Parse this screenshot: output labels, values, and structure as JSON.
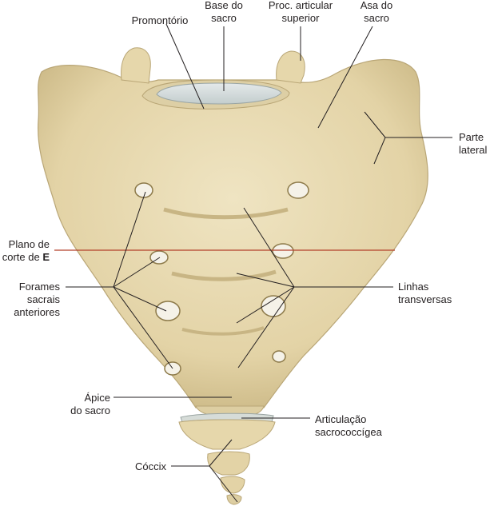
{
  "labels": {
    "promontorio": "Promontório",
    "base_l1": "Base do",
    "base_l2": "sacro",
    "proc_l1": "Proc. articular",
    "proc_l2": "superior",
    "asa_l1": "Asa do",
    "asa_l2": "sacro",
    "parte_l1": "Parte",
    "parte_l2": "lateral",
    "plano_l1": "Plano de",
    "plano_l2": "corte de",
    "plano_letter": "E",
    "foram_l1": "Forames",
    "foram_l2": "sacrais",
    "foram_l3": "anteriores",
    "linhas_l1": "Linhas",
    "linhas_l2": "transversas",
    "apice_l1": "Ápice",
    "apice_l2": "do sacro",
    "artic_l1": "Articulação",
    "artic_l2": "sacrococcígea",
    "coccix": "Cóccix"
  },
  "colors": {
    "bone": "#e9dcb6",
    "bone_shadow": "#cdbb8c",
    "bone_dark": "#9e8a58",
    "foramen": "#f4f1e6",
    "cartilage": "#d6dcd8",
    "plane_line": "#b3402b",
    "text": "#231f20"
  }
}
